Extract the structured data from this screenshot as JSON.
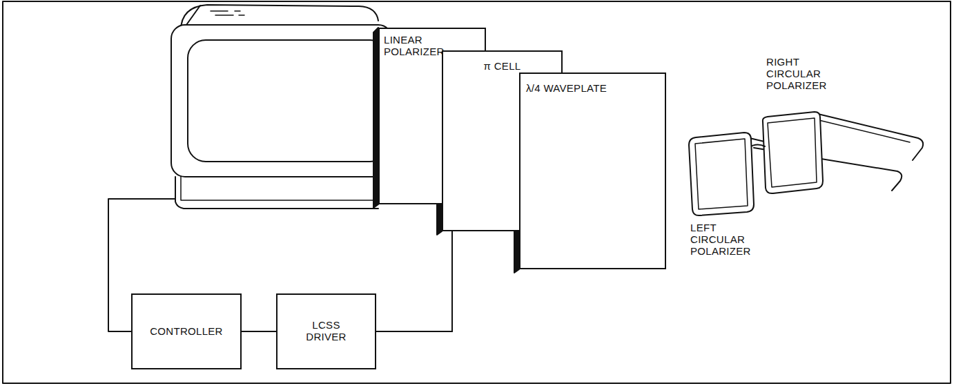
{
  "diagram": {
    "nodes": [
      {
        "text": [
          "LINEAR POLARIZER"
        ]
      },
      {
        "text": [
          "π CELL"
        ]
      },
      {
        "text": [
          "λ/4 WAVEPLATE"
        ]
      },
      {
        "text": [
          "CONTROLLER"
        ]
      },
      {
        "text": [
          "LCSS DRIVER"
        ]
      }
    ],
    "edges": [
      {
        "from": 3,
        "to": 4,
        "arrow": "none"
      },
      {
        "from": 4,
        "to": 1,
        "arrow": "none"
      }
    ],
    "labels": [
      "RIGHT CIRCULAR POLARIZER",
      "LEFT CIRCULAR POLARIZER"
    ]
  }
}
